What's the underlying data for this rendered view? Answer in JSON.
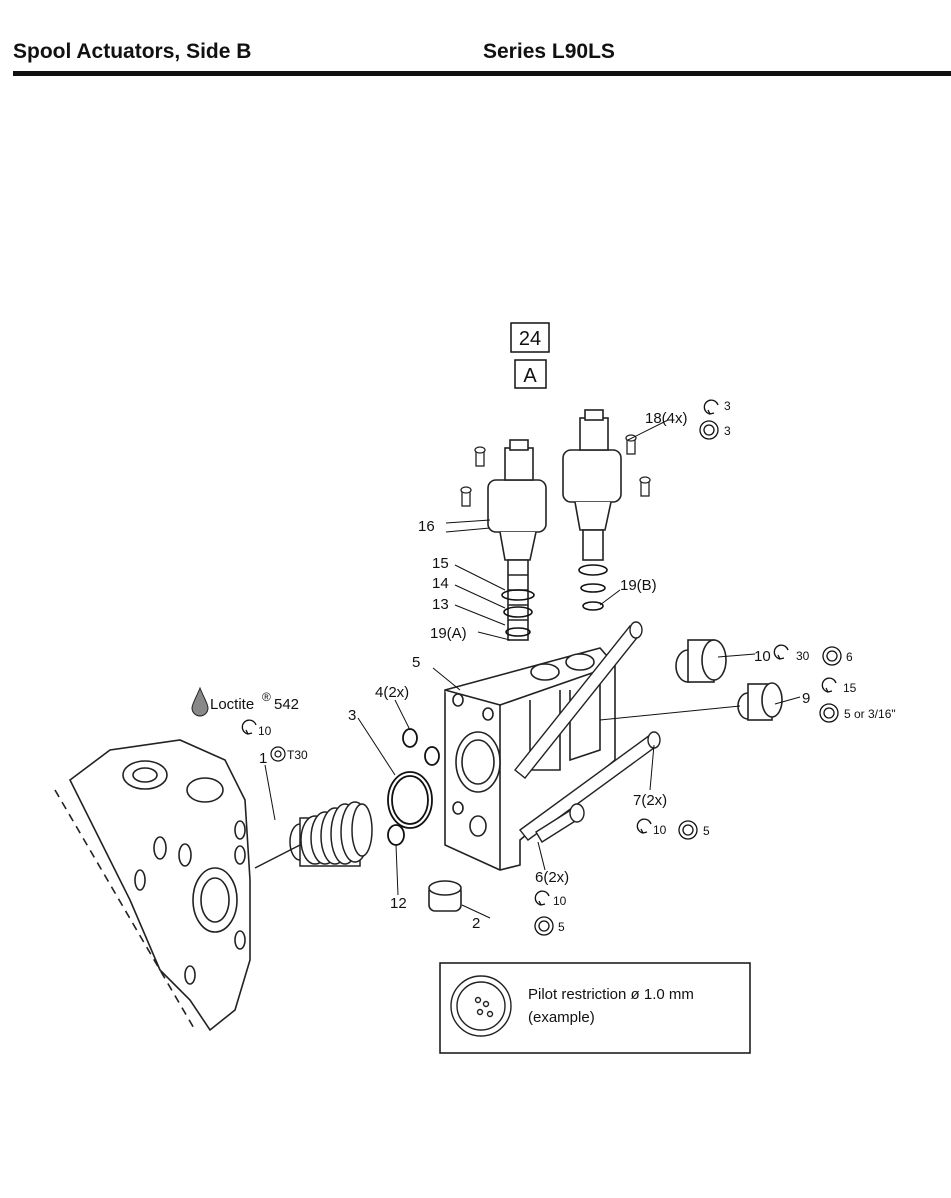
{
  "header": {
    "title": "Spool Actuators, Side B",
    "series": "Series L90LS"
  },
  "diagram": {
    "ref_top": "24",
    "ref_bottom": "A",
    "loctite": "Loctite",
    "loctite_reg": "®",
    "loctite_number": "542",
    "callouts": {
      "c1": "1",
      "c1_tool": "T30",
      "c1_torque": "10",
      "c2": "2",
      "c3": "3",
      "c4": "4(2x)",
      "c5": "5",
      "c6": "6(2x)",
      "c6_torque": "10",
      "c6_size": "5",
      "c7": "7(2x)",
      "c7_torque": "10",
      "c7_size": "5",
      "c9": "9",
      "c9_torque": "15",
      "c9_size": "5 or 3/16\"",
      "c10": "10",
      "c10_torque": "30",
      "c10_size": "6",
      "c12": "12",
      "c13": "13",
      "c14": "14",
      "c15": "15",
      "c16": "16",
      "c18": "18(4x)",
      "c18_torque": "3",
      "c18_size": "3",
      "c19a": "19(A)",
      "c19b": "19(B)"
    },
    "note": {
      "line1": "Pilot restriction ø 1.0 mm",
      "line2": "(example)"
    }
  }
}
